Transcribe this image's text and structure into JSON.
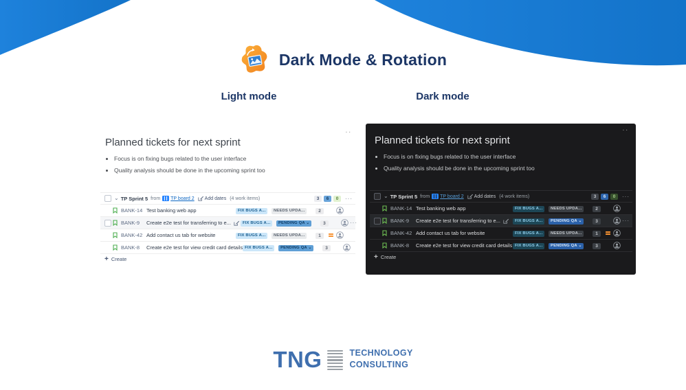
{
  "slide": {
    "title": "Dark Mode & Rotation",
    "light_label": "Light mode",
    "dark_label": "Dark mode"
  },
  "icons": {
    "chevron_down": "⌄",
    "plus": "+",
    "drag_dots": "∙∙"
  },
  "panel": {
    "title": "Planned tickets for next sprint",
    "bullets": {
      "b1": "Focus is on fixing bugs related to the user interface",
      "b2": "Quality analysis should be done in the upcoming sprint too"
    },
    "group": {
      "name": "TP Sprint 5",
      "from_label": "from",
      "board_link": "TP board 2",
      "add_dates": "Add dates",
      "work_items": "(4 work items)",
      "count_gray": "3",
      "count_blue": "6",
      "count_green": "0",
      "more": "···"
    },
    "rows": [
      {
        "key": "BANK-14",
        "title": "Test banking web app",
        "tags": [
          {
            "label": "FIX BUGS A...",
            "kind": "fixbugs"
          },
          {
            "label": "NEEDS UPDA...",
            "kind": "needsupdate"
          }
        ],
        "count": "2"
      },
      {
        "key": "BANK-9",
        "title": "Create e2e test for transferring to e...",
        "tags": [
          {
            "label": "FIX BUGS A...",
            "kind": "fixbugs"
          },
          {
            "label": "PENDING QA ⌄",
            "kind": "pendingqa"
          }
        ],
        "count": "3",
        "more": "···"
      },
      {
        "key": "BANK-42",
        "title": "Add contact us tab for website",
        "tags": [
          {
            "label": "FIX BUGS A...",
            "kind": "fixbugs"
          },
          {
            "label": "NEEDS UPDA...",
            "kind": "needsupdate"
          }
        ],
        "count": "1"
      },
      {
        "key": "BANK-8",
        "title": "Create e2e test for view credit card details",
        "tags": [
          {
            "label": "FIX BUGS A...",
            "kind": "fixbugs"
          },
          {
            "label": "PENDING QA ⌄",
            "kind": "pendingqa"
          }
        ],
        "count": "3"
      }
    ],
    "create_label": "Create"
  },
  "footer": {
    "tng": "TNG",
    "line1": "TECHNOLOGY",
    "line2": "CONSULTING"
  },
  "colors": {
    "wave_blue": "#1b7bd4",
    "heading_navy": "#1c3666",
    "tng_blue": "#3f6fae",
    "link_blue": "#0b65c2",
    "dark_panel_bg": "#1a1a1c"
  }
}
